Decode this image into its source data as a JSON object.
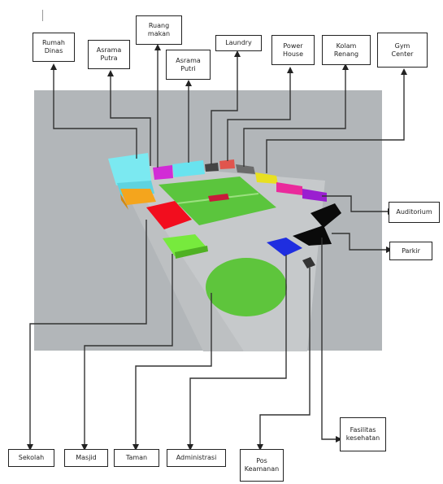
{
  "colors": {
    "ground": "#b2b6b9",
    "field": "#58c43b",
    "line": "#333333"
  },
  "labels": {
    "rumah_dinas": "Rumah\nDinas",
    "asrama_putra": "Asrama\nPutra",
    "ruang_makan": "Ruang\nmakan",
    "asrama_putri": "Asrama\nPutri",
    "laundry": "Laundry",
    "power_house": "Power\nHouse",
    "kolam_renang": "Kolam\nRenang",
    "gym_center": "Gym\nCenter",
    "auditorium": "Auditorium",
    "parkir": "Parkir",
    "fasilitas_kesehatan": "Fasilitas\nkesehatan",
    "pos_keamanan": "Pos\nKeamanan",
    "administrasi": "Administrasi",
    "taman": "Taman",
    "masjid": "Masjid",
    "sekolah": "Sekolah"
  }
}
